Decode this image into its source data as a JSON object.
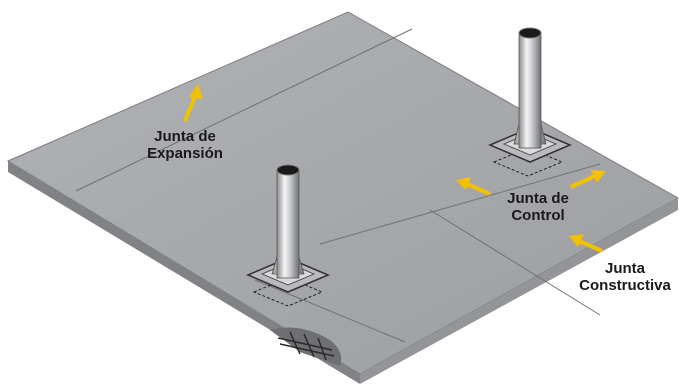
{
  "labels": {
    "expansion_line1": "Junta de",
    "expansion_line2": "Expansión",
    "control_line1": "Junta de",
    "control_line2": "Control",
    "construction_line1": "Junta",
    "construction_line2": "Constructiva"
  },
  "colors": {
    "slab_top": "#a6a8ab",
    "slab_side": "#8b8d90",
    "slab_front": "#7d7f82",
    "arrow": "#f2c200",
    "joint_line": "#6f7174"
  },
  "icons": {
    "arrow": "yellow-arrow",
    "column": "steel-column",
    "rebar": "rebar-mesh"
  }
}
